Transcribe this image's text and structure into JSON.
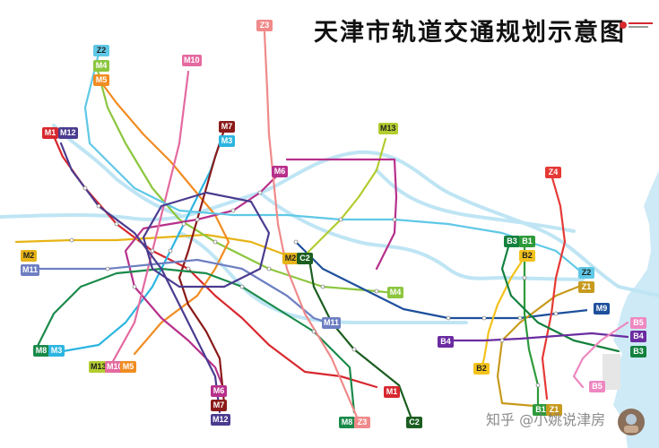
{
  "title": "天津市轨道交通规划示意图",
  "watermark": "知乎 @小姚说津房",
  "colors": {
    "water": "#bfe5f4",
    "sea": "#cdeaf6",
    "M1": "#d7282e",
    "M2": "#e7b416",
    "M3": "#2cb5e0",
    "M4": "#8cc63e",
    "M5": "#f18c22",
    "M6": "#b7308b",
    "M7": "#8b1a1a",
    "M8": "#1a8a4a",
    "M10": "#e46aa0",
    "M11": "#6d7fc2",
    "M12": "#4b3b8f",
    "M13": "#b3cc2f",
    "C2": "#1b5e20",
    "Z1": "#c79a1d",
    "Z2": "#5fc8e6",
    "Z3": "#f08a8a",
    "Z4": "#e53935",
    "B1": "#2e9a3a",
    "B2": "#f3c21d",
    "B3": "#13813e",
    "B4": "#6a2ca0",
    "B5": "#ee88c0",
    "M9": "#1d4f9c"
  },
  "badges": [
    {
      "label": "Z3",
      "line": "Z3"
    },
    {
      "label": "Z2",
      "line": "Z2"
    },
    {
      "label": "M4",
      "line": "M4"
    },
    {
      "label": "M5",
      "line": "M5"
    },
    {
      "label": "M10",
      "line": "M10"
    },
    {
      "label": "M1",
      "line": "M1"
    },
    {
      "label": "M12",
      "line": "M12"
    },
    {
      "label": "M7",
      "line": "M7"
    },
    {
      "label": "M3",
      "line": "M3"
    },
    {
      "label": "M13",
      "line": "M13"
    },
    {
      "label": "M6",
      "line": "M6"
    },
    {
      "label": "Z4",
      "line": "Z4"
    },
    {
      "label": "B3",
      "line": "B3"
    },
    {
      "label": "B1",
      "line": "B1"
    },
    {
      "label": "B2",
      "line": "B2"
    },
    {
      "label": "M2",
      "line": "M2"
    },
    {
      "label": "M11",
      "line": "M11"
    },
    {
      "label": "M2",
      "line": "M2"
    },
    {
      "label": "C2",
      "line": "C2"
    },
    {
      "label": "Z2",
      "line": "Z2"
    },
    {
      "label": "Z1",
      "line": "Z1"
    },
    {
      "label": "M4",
      "line": "M4"
    },
    {
      "label": "M9",
      "line": "M9"
    },
    {
      "label": "M11",
      "line": "M11"
    },
    {
      "label": "B5",
      "line": "B5"
    },
    {
      "label": "B4",
      "line": "B4"
    },
    {
      "label": "B3",
      "line": "B3"
    },
    {
      "label": "B4",
      "line": "B4"
    },
    {
      "label": "M8",
      "line": "M8"
    },
    {
      "label": "M3",
      "line": "M3"
    },
    {
      "label": "M13",
      "line": "M13"
    },
    {
      "label": "M10",
      "line": "M10"
    },
    {
      "label": "M5",
      "line": "M5"
    },
    {
      "label": "B2",
      "line": "B2"
    },
    {
      "label": "M1",
      "line": "M1"
    },
    {
      "label": "M6",
      "line": "M6"
    },
    {
      "label": "M7",
      "line": "M7"
    },
    {
      "label": "M12",
      "line": "M12"
    },
    {
      "label": "B5",
      "line": "B5"
    },
    {
      "label": "B1",
      "line": "B1"
    },
    {
      "label": "Z1",
      "line": "Z1"
    },
    {
      "label": "M8",
      "line": "M8"
    },
    {
      "label": "Z3",
      "line": "Z3"
    },
    {
      "label": "C2",
      "line": "C2"
    }
  ]
}
